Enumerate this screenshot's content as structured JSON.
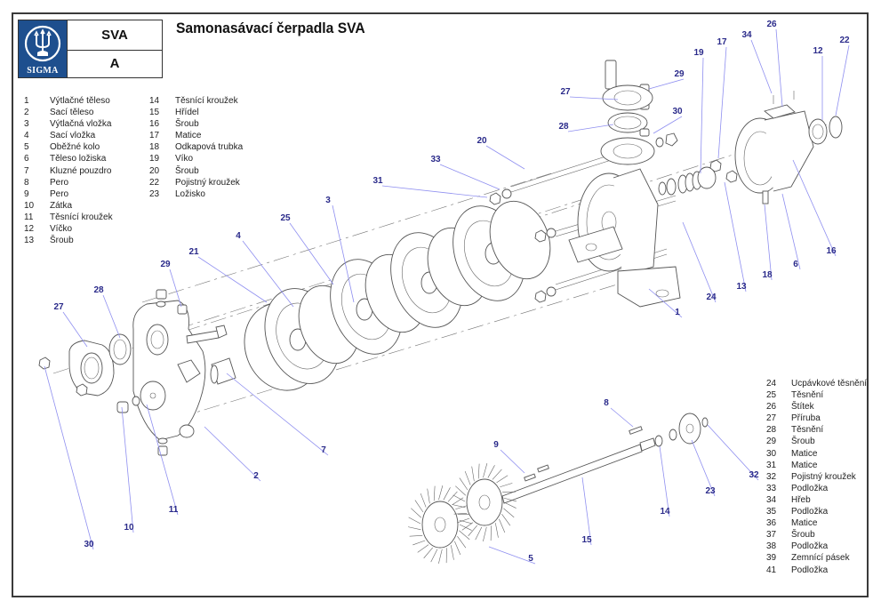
{
  "header": {
    "logo_text": "SIGMA",
    "model": "SVA",
    "variant": "A",
    "title": "Samonasávací čerpadla SVA"
  },
  "parts_legend": {
    "column_a": [
      {
        "no": "1",
        "name": "Výtlačné těleso"
      },
      {
        "no": "2",
        "name": "Sací těleso"
      },
      {
        "no": "3",
        "name": "Výtlačná vložka"
      },
      {
        "no": "4",
        "name": "Sací vložka"
      },
      {
        "no": "5",
        "name": "Oběžné kolo"
      },
      {
        "no": "6",
        "name": "Těleso ložiska"
      },
      {
        "no": "7",
        "name": "Kluzné pouzdro"
      },
      {
        "no": "8",
        "name": "Pero"
      },
      {
        "no": "9",
        "name": "Pero"
      },
      {
        "no": "10",
        "name": "Zátka"
      },
      {
        "no": "11",
        "name": "Těsnící kroužek"
      },
      {
        "no": "12",
        "name": "Víčko"
      },
      {
        "no": "13",
        "name": "Šroub"
      }
    ],
    "column_b": [
      {
        "no": "14",
        "name": "Těsnící kroužek"
      },
      {
        "no": "15",
        "name": "Hřídel"
      },
      {
        "no": "16",
        "name": "Šroub"
      },
      {
        "no": "17",
        "name": "Matice"
      },
      {
        "no": "18",
        "name": "Odkapová trubka"
      },
      {
        "no": "19",
        "name": "Víko"
      },
      {
        "no": "20",
        "name": "Šroub"
      },
      {
        "no": "22",
        "name": "Pojistný kroužek"
      },
      {
        "no": "23",
        "name": "Ložisko"
      }
    ],
    "column_c": [
      {
        "no": "24",
        "name": "Ucpávkové těsnění"
      },
      {
        "no": "25",
        "name": "Těsnění"
      },
      {
        "no": "26",
        "name": "Štítek"
      },
      {
        "no": "27",
        "name": "Příruba"
      },
      {
        "no": "28",
        "name": "Těsnění"
      },
      {
        "no": "29",
        "name": "Šroub"
      },
      {
        "no": "30",
        "name": "Matice"
      },
      {
        "no": "31",
        "name": "Matice"
      },
      {
        "no": "32",
        "name": "Pojistný kroužek"
      },
      {
        "no": "33",
        "name": "Podložka"
      },
      {
        "no": "34",
        "name": "Hřeb"
      },
      {
        "no": "35",
        "name": "Podložka"
      },
      {
        "no": "36",
        "name": "Matice"
      },
      {
        "no": "37",
        "name": "Šroub"
      },
      {
        "no": "38",
        "name": "Podložka"
      },
      {
        "no": "39",
        "name": "Zemnící pásek"
      },
      {
        "no": "41",
        "name": "Podložka"
      }
    ]
  },
  "callouts": [
    {
      "label": "26"
    },
    {
      "label": "34"
    },
    {
      "label": "17"
    },
    {
      "label": "19"
    },
    {
      "label": "12"
    },
    {
      "label": "22"
    },
    {
      "label": "29"
    },
    {
      "label": "27"
    },
    {
      "label": "30"
    },
    {
      "label": "28"
    },
    {
      "label": "20"
    },
    {
      "label": "33"
    },
    {
      "label": "31"
    },
    {
      "label": "3"
    },
    {
      "label": "25"
    },
    {
      "label": "4"
    },
    {
      "label": "21"
    },
    {
      "label": "29"
    },
    {
      "label": "28"
    },
    {
      "label": "27"
    },
    {
      "label": "1"
    },
    {
      "label": "24"
    },
    {
      "label": "13"
    },
    {
      "label": "18"
    },
    {
      "label": "6"
    },
    {
      "label": "16"
    },
    {
      "label": "7"
    },
    {
      "label": "2"
    },
    {
      "label": "11"
    },
    {
      "label": "10"
    },
    {
      "label": "30"
    },
    {
      "label": "8"
    },
    {
      "label": "9"
    },
    {
      "label": "15"
    },
    {
      "label": "14"
    },
    {
      "label": "23"
    },
    {
      "label": "32"
    },
    {
      "label": "5"
    }
  ],
  "colors": {
    "logo_bg": "#1e4f8e",
    "callout_text": "#2a2a8a",
    "leader_line": "#8f8ff0",
    "frame": "#3a3a3a"
  }
}
